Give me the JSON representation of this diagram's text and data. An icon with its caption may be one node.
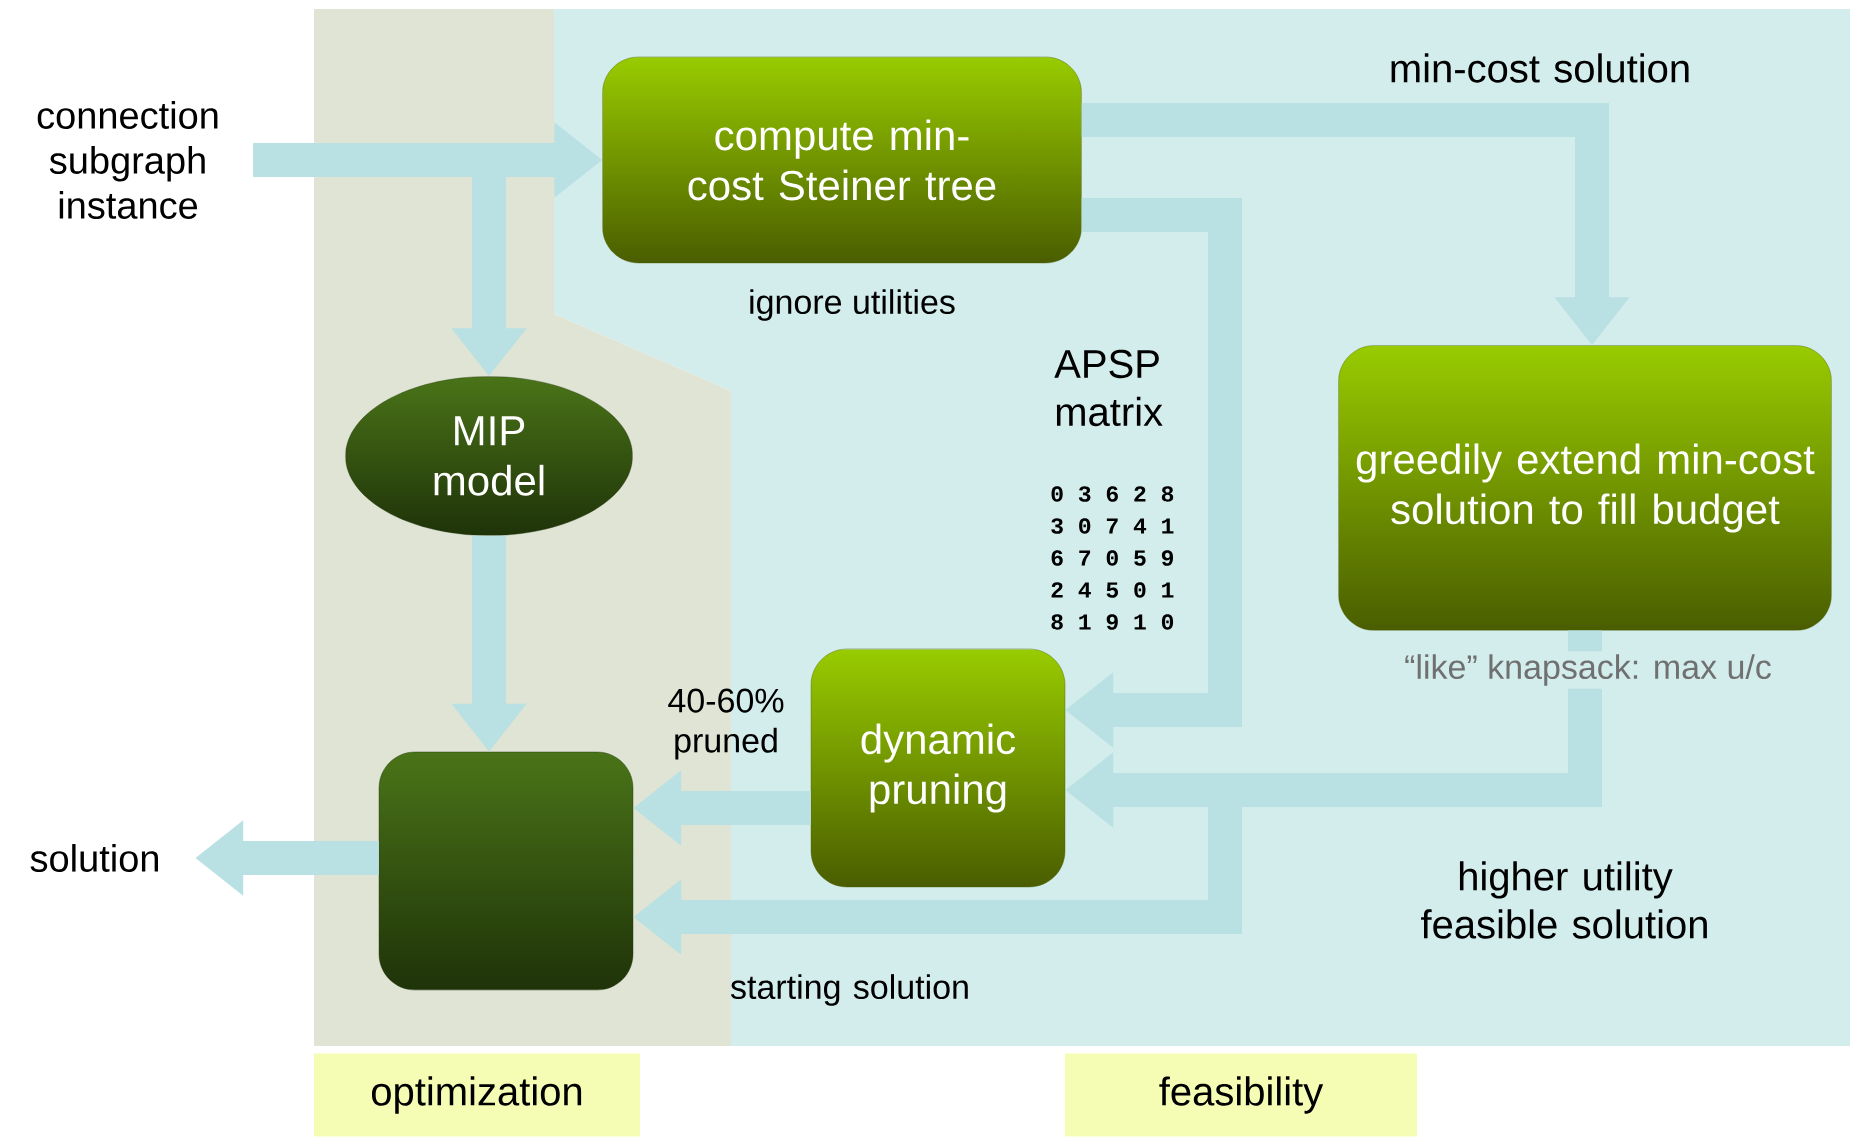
{
  "diagram": {
    "nodes": [
      {
        "text": [
          "connection subgraph instance"
        ]
      },
      {
        "text": [
          "compute min-cost Steiner tree"
        ],
        "beside": [
          "ignore utilities"
        ]
      },
      {
        "text": [
          "MIP model"
        ]
      },
      {
        "text": [],
        "shape": "box"
      },
      {
        "text": [
          "greedily extend min-cost solution to fill budget"
        ],
        "beside": [
          "“like” knapsack: max u/c"
        ]
      },
      {
        "text": [
          "dynamic pruning"
        ]
      },
      {
        "text": [
          "solution"
        ]
      }
    ],
    "edges": [
      {
        "from": 0,
        "to": 1,
        "arrow": "to"
      },
      {
        "from": 0,
        "to": 2,
        "arrow": "to"
      },
      {
        "from": 2,
        "to": 3,
        "arrow": "to"
      },
      {
        "from": 3,
        "to": 6,
        "arrow": "to"
      },
      {
        "from": 1,
        "to": 4,
        "arrow": "to",
        "label": "min-cost solution"
      },
      {
        "from": 1,
        "to": 5,
        "arrow": "to"
      },
      {
        "from": 4,
        "to": 5,
        "arrow": "to"
      },
      {
        "from": 4,
        "to": 3,
        "arrow": "to",
        "label": "starting solution"
      },
      {
        "from": 5,
        "to": 3,
        "arrow": "to",
        "label": "40-60% pruned"
      }
    ],
    "labels": [
      "APSP matrix",
      "0 3 6 2 8",
      "3 0 7 4 1",
      "6 7 0 5 9",
      "2 4 5 0 1",
      "8 1 9 1 0",
      "higher utility feasible solution",
      "optimization",
      "feasibility"
    ]
  }
}
